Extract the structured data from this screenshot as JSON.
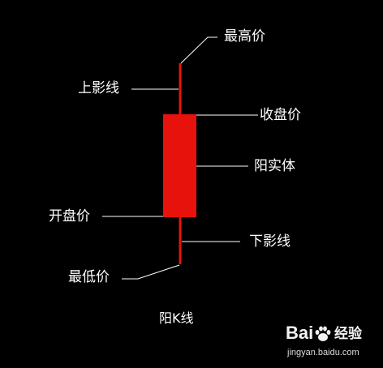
{
  "diagram": {
    "labels": {
      "highest_price": "最高价",
      "upper_shadow": "上影线",
      "close_price": "收盘价",
      "bullish_body": "阳实体",
      "open_price": "开盘价",
      "lower_shadow": "下影线",
      "lowest_price": "最低价"
    },
    "caption": "阳K线"
  },
  "watermark": {
    "brand_latin": "Bai",
    "brand_suffix": "经验",
    "url": "jingyan.baidu.com",
    "icon": "paw-icon"
  },
  "colors": {
    "background": "#000000",
    "candle": "#e8120c",
    "text": "#ffffff",
    "line": "#ffffff"
  }
}
